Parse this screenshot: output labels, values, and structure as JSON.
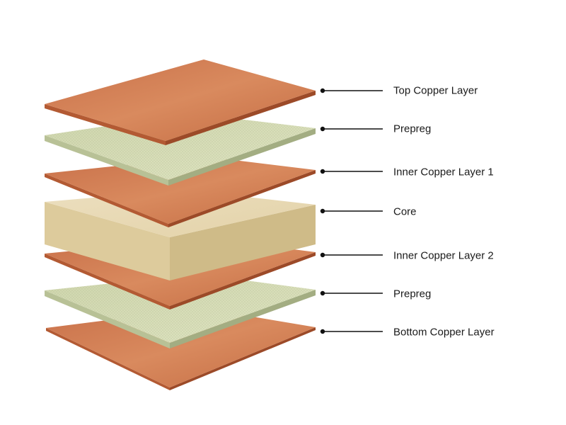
{
  "layers": [
    {
      "name": "Top Copper Layer",
      "material": "copper"
    },
    {
      "name": "Prepreg",
      "material": "prepreg"
    },
    {
      "name": "Inner Copper Layer 1",
      "material": "copper"
    },
    {
      "name": "Core",
      "material": "core"
    },
    {
      "name": "Inner Copper Layer 2",
      "material": "copper"
    },
    {
      "name": "Prepreg",
      "material": "prepreg"
    },
    {
      "name": "Bottom Copper Layer",
      "material": "copper"
    }
  ],
  "colors": {
    "copper_top": "#cf7a4e",
    "copper_side": "#a8512c",
    "prepreg_top": "#d6dcb6",
    "prepreg_side": "#aeb88c",
    "core_top": "#e8d9b4",
    "core_side": "#d3c090",
    "leader_line": "#111111"
  }
}
